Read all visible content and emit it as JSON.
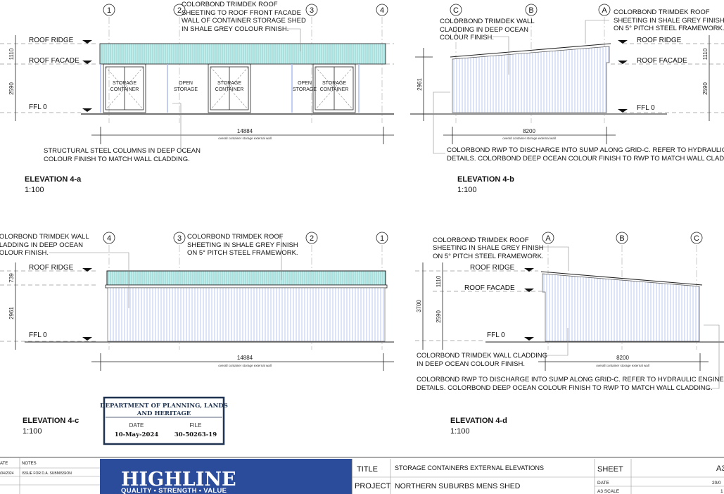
{
  "elevations": {
    "a": {
      "title": "ELEVATION 4-a",
      "scale": "1:100",
      "grids": [
        "1",
        "2",
        "3",
        "4"
      ],
      "levels": {
        "ridge": "ROOF RIDGE",
        "facade": "ROOF FACADE",
        "ffl": "FFL   0"
      },
      "dims": {
        "upper": "1110",
        "lower": "2590",
        "width": "14884",
        "width_note": "overall container storage external wall"
      },
      "bays": [
        "STORAGE CONTAINER",
        "OPEN STORAGE",
        "STORAGE CONTAINER",
        "OPEN STORAGE",
        "STORAGE CONTAINER"
      ],
      "bay_lines": [
        [
          "STORAGE",
          "CONTAINER"
        ],
        [
          "OPEN",
          "STORAGE"
        ],
        [
          "STORAGE",
          "CONTAINER"
        ],
        [
          "OPEN",
          "STORAGE"
        ],
        [
          "STORAGE",
          "CONTAINER"
        ]
      ],
      "note_roof": [
        "COLORBOND TRIMDEK ROOF",
        "SHEETING TO ROOF FRONT FACADE",
        "WALL OF CONTAINER STORAGE SHED",
        "IN SHALE GREY COLOUR FINISH."
      ],
      "note_columns": [
        "STRUCTURAL STEEL COLUMNS IN DEEP OCEAN",
        "COLOUR FINISH TO MATCH WALL CLADDING."
      ]
    },
    "b": {
      "title": "ELEVATION 4-b",
      "scale": "1:100",
      "grids": [
        "C",
        "B",
        "A"
      ],
      "levels": {
        "ridge": "ROOF RIDGE",
        "facade": "ROOF FACADE",
        "ffl": "FFL   0"
      },
      "dims": {
        "left": "2961",
        "upper": "1110",
        "lower": "2590",
        "width": "8200",
        "width_note": "overall container storage external wall"
      },
      "note_wall": [
        "COLORBOND TRIMDEK WALL",
        "CLADDING IN DEEP OCEAN",
        "COLOUR FINISH."
      ],
      "note_roof": [
        "COLORBOND TRIMDEK ROOF",
        "SHEETING IN SHALE GREY FINISH",
        "ON 5° PITCH STEEL FRAMEWORK."
      ],
      "note_rwp": [
        "COLORBOND RWP TO DISCHARGE INTO SUMP ALONG GRID-C. REFER TO HYDRAULIC ENGINEER",
        "DETAILS. COLORBOND DEEP OCEAN COLOUR FINISH TO RWP TO MATCH WALL CLADDING."
      ]
    },
    "c": {
      "title": "ELEVATION 4-c",
      "scale": "1:100",
      "grids": [
        "4",
        "3",
        "2",
        "1"
      ],
      "levels": {
        "ridge": "ROOF RIDGE",
        "ffl": "FFL   0"
      },
      "dims": {
        "upper": "739",
        "lower": "2961",
        "width": "14884",
        "width_note": "overall container storage external wall"
      },
      "note_wall": [
        "COLORBOND TRIMDEK WALL",
        "CLADDING IN DEEP OCEAN",
        "COLOUR FINISH."
      ],
      "note_roof": [
        "COLORBOND TRIMDEK ROOF",
        "SHEETING IN SHALE GREY FINISH",
        "ON 5° PITCH STEEL FRAMEWORK."
      ]
    },
    "d": {
      "title": "ELEVATION 4-d",
      "scale": "1:100",
      "grids": [
        "A",
        "B",
        "C"
      ],
      "levels": {
        "ridge": "ROOF RIDGE",
        "facade": "ROOF FACADE",
        "ffl": "FFL   0"
      },
      "dims": {
        "total": "3700",
        "upper": "1110",
        "lower": "2590",
        "width": "8200",
        "width_note": "overall container storage external wall"
      },
      "note_roof": [
        "COLORBOND TRIMDEK ROOF",
        "SHEETING IN SHALE GREY FINISH",
        "ON 5° PITCH STEEL FRAMEWORK."
      ],
      "note_wall": [
        "COLORBOND TRIMDEK WALL CLADDING",
        "IN DEEP OCEAN  COLOUR FINISH."
      ],
      "note_rwp": [
        "COLORBOND RWP TO DISCHARGE INTO SUMP ALONG GRID-C. REFER TO HYDRAULIC ENGINEER",
        "DETAILS. COLORBOND DEEP OCEAN COLOUR FINISH TO RWP TO MATCH WALL CLADDING."
      ]
    }
  },
  "stamp": {
    "authority": [
      "DEPARTMENT OF PLANNING, LANDS",
      "AND HERITAGE"
    ],
    "date_label": "DATE",
    "date_value": "10-May-2024",
    "file_label": "FILE",
    "file_value": "30-50263-19"
  },
  "revisions": {
    "headers": [
      "ATE",
      "NOTES"
    ],
    "rows": [
      [
        "/04/2024",
        "ISSUE FOR D.A. SUBMISSION"
      ]
    ]
  },
  "logo": {
    "name": "HIGHLINE",
    "tagline": "QUALITY • STRENGTH • VALUE"
  },
  "title_block": {
    "title_label": "TITLE",
    "title_value": "STORAGE CONTAINERS EXTERNAL ELEVATIONS",
    "project_label": "PROJECT",
    "project_value": "NORTHERN SUBURBS MENS SHED",
    "sheet_label": "SHEET",
    "sheet_value": "A3",
    "date_label": "DATE",
    "date_value": "20/0",
    "scale_label": "A3 SCALE",
    "scale_value": "1"
  },
  "colors": {
    "roof": "#bfe9e6",
    "wall": "#dde6fb",
    "logo": "#2b4b9b",
    "stamp": "#1f3350"
  }
}
